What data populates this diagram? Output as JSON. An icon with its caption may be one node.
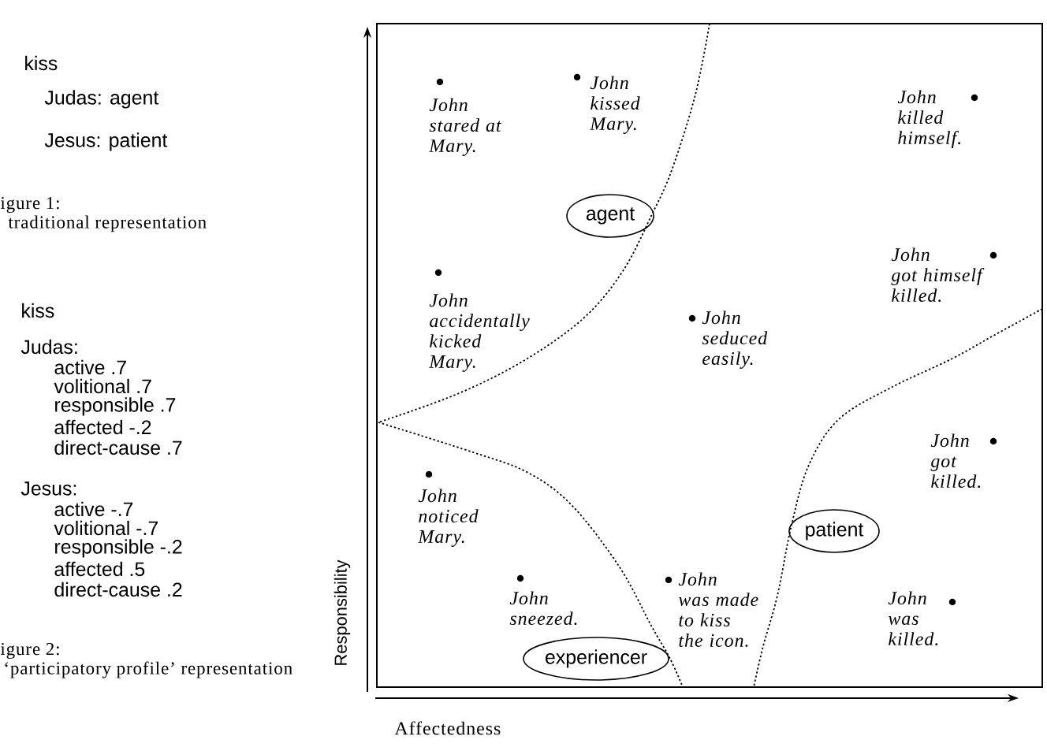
{
  "diagram": {
    "nodes": [
      {
        "text": [
          "agent"
        ]
      },
      {
        "text": [
          "experiencer"
        ]
      },
      {
        "text": [
          "patient"
        ]
      }
    ],
    "labels": [
      "kiss",
      "Judas: agent",
      "Jesus: patient",
      "igure 1:",
      "traditional representation",
      "kiss",
      "Judas:",
      "active .7",
      "volitional .7",
      "responsible .7",
      "affected -.2",
      "direct-cause .7",
      "Jesus:",
      "active -.7",
      "volitional -.7",
      "responsible -.2",
      "affected .5",
      "direct-cause .2",
      "igure 2:",
      "‘participatory profile’ representation",
      "John stared at Mary.",
      "John kissed Mary.",
      "John killed himself.",
      "John got himself killed.",
      "John accidentally kicked Mary.",
      "John seduced easily.",
      "John noticed Mary.",
      "John got killed.",
      "John sneezed.",
      "John was made to kiss the icon.",
      "John was killed.",
      "Responsibility",
      "Affectedness"
    ]
  }
}
